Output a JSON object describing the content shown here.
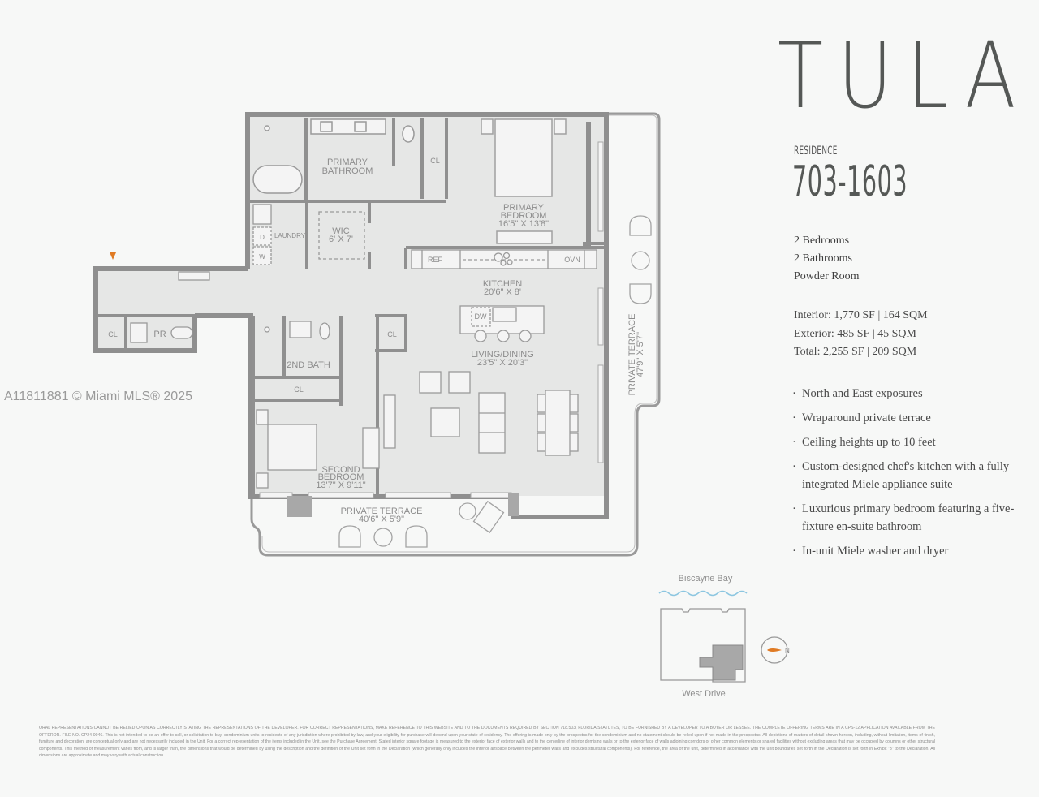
{
  "brand": "TULA",
  "residence": {
    "label": "RESIDENCE",
    "number": "703-1603"
  },
  "specs": [
    "2 Bedrooms",
    "2 Bathrooms",
    "Powder Room"
  ],
  "areas": {
    "interior": "Interior: 1,770 SF | 164 SQM",
    "exterior": "Exterior: 485 SF | 45 SQM",
    "total": "Total: 2,255 SF | 209 SQM"
  },
  "features": [
    "North and East exposures",
    "Wraparound private terrace",
    "Ceiling heights up to 10 feet",
    "Custom-designed chef's kitchen with a fully integrated Miele appliance suite",
    "Luxurious primary bedroom featuring a five-fixture en-suite bathroom",
    "In-unit Miele washer and dryer"
  ],
  "bullet": "·",
  "floorplan": {
    "rooms": {
      "primary_bathroom": [
        "PRIMARY",
        "BATHROOM"
      ],
      "primary_bedroom": [
        "PRIMARY",
        "BEDROOM",
        "16'5\" X 13'8\""
      ],
      "wic": [
        "WIC",
        "6' X 7'"
      ],
      "laundry": "LAUNDRY",
      "dryer": "D",
      "washer": "W",
      "cl_bath": "CL",
      "cl_entry": "CL",
      "powder_room": "PR",
      "kitchen": [
        "KITCHEN",
        "20'6\" X 8'"
      ],
      "ref": "REF",
      "ovn": "OVN",
      "dw": "DW",
      "living_dining": [
        "LIVING/DINING",
        "23'5\" X 20'3\""
      ],
      "cl_living": "CL",
      "second_bath": "2ND BATH",
      "cl_second": "CL",
      "second_bedroom": [
        "SECOND",
        "BEDROOM",
        "13'7\" X 9'11\""
      ],
      "terrace_south": [
        "PRIVATE TERRACE",
        "40'6\" X 5'9\""
      ],
      "terrace_east": [
        "PRIVATE TERRACE",
        "47'9\" X 5'7\""
      ]
    }
  },
  "keymap": {
    "top_label": "Biscayne Bay",
    "bottom_label": "West Drive",
    "north": "N"
  },
  "colors": {
    "wall": "#8f8f8f",
    "floor": "#e6e7e6",
    "accent": "#e07b24",
    "water": "#8cc6e0"
  },
  "watermark": "A11811881 © Miami MLS® 2025",
  "disclaimer": "ORAL REPRESENTATIONS CANNOT BE RELIED UPON AS CORRECTLY STATING THE REPRESENTATIONS OF THE DEVELOPER. FOR CORRECT REPRESENTATIONS, MAKE REFERENCE TO THIS WEBSITE AND TO THE DOCUMENTS REQUIRED BY SECTION 718.503, FLORIDA STATUTES, TO BE FURNISHED BY A DEVELOPER TO A BUYER OR LESSEE. THE COMPLETE OFFERING TERMS ARE IN A CPS-12 APPLICATION AVAILABLE FROM THE OFFEROR. FILE NO. CP24-0046. This is not intended to be an offer to sell, or solicitation to buy, condominium units to residents of any jurisdiction where prohibited by law, and your eligibility for purchase will depend upon your state of residency. The offering is made only by the prospectus for the condominium and no statement should be relied upon if not made in the prospectus. All depictions of matters of detail shown hereon, including, without limitation, items of finish, furniture and decoration, are conceptual only and are not necessarily included in the Unit. For a correct representation of the items included in the Unit, see the Purchase Agreement. Stated interior square footage is measured to the exterior face of exterior walls and to the centerline of interior demising walls or to the exterior face of walls adjoining corridors or other common elements or shared facilities without excluding areas that may be occupied by columns or other structural components. This method of measurement varies from, and is larger than, the dimensions that would be determined by using the description and the definition of the Unit set forth in the Declaration (which generally only includes the interior airspace between the perimeter walls and excludes structural components). For reference, the area of the unit, determined in accordance with the unit boundaries set forth in the Declaration is set forth in Exhibit \"3\" to the Declaration. All dimensions are approximate and may vary with actual construction."
}
